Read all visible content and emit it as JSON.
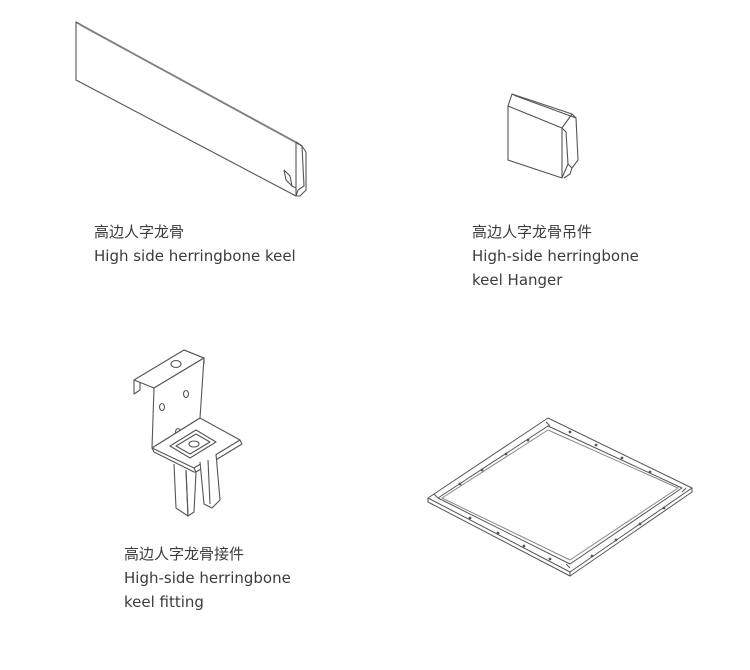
{
  "products": [
    {
      "icon": "herringbone-keel-drawing",
      "caption_lines": [
        "高边人字龙骨",
        "High side herringbone keel"
      ]
    },
    {
      "icon": "keel-hanger-drawing",
      "caption_lines": [
        "高边人字龙骨吊件",
        "High-side herringbone",
        "keel Hanger"
      ]
    },
    {
      "icon": "keel-fitting-drawing",
      "caption_lines": [
        "高边人字龙骨接件",
        "High-side herringbone",
        "keel fitting"
      ]
    },
    {
      "icon": "square-frame-panel-drawing",
      "caption_lines": []
    }
  ]
}
